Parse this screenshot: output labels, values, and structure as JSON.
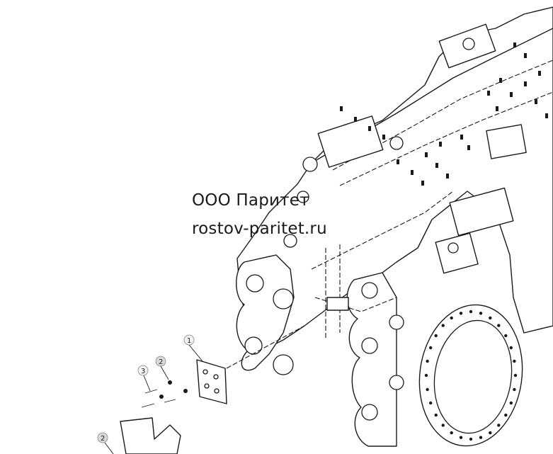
{
  "watermark": {
    "company": "ООО Паритет",
    "website": "rostov-paritet.ru"
  },
  "callouts": [
    "1",
    "2",
    "3",
    "2"
  ]
}
